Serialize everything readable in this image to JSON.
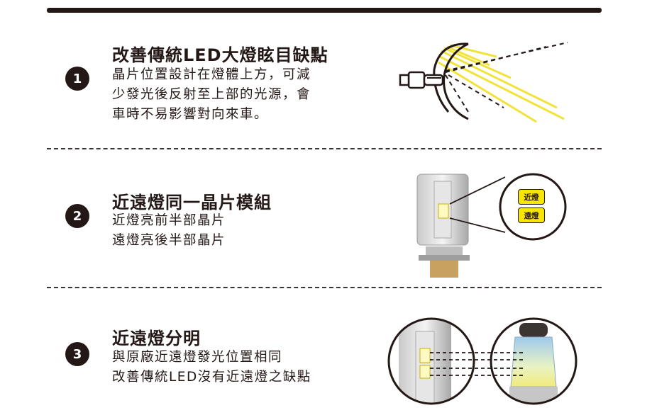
{
  "sections": [
    {
      "number": "1",
      "title": "改善傳統LED大燈眩目缺點",
      "lines": [
        "晶片位置設計在燈體上方，可減",
        "少發光後反射至上部的光源，會",
        "車時不易影響對向來車。"
      ]
    },
    {
      "number": "2",
      "title": "近遠燈同一晶片模組",
      "lines": [
        "近燈亮前半部晶片",
        "遠燈亮後半部晶片"
      ],
      "tags": [
        "近燈",
        "遠燈"
      ]
    },
    {
      "number": "3",
      "title": "近遠燈分明",
      "lines": [
        "與原廠近遠燈發光位置相同",
        "改善傳統LED沒有近遠燈之缺點"
      ]
    }
  ],
  "colors": {
    "dark": "#231815",
    "yellow": "#f6e600",
    "beam": "#f2e33a"
  },
  "icons": [
    "bulb-reflector-diagram",
    "led-chip-closeup",
    "halogen-bulb"
  ]
}
